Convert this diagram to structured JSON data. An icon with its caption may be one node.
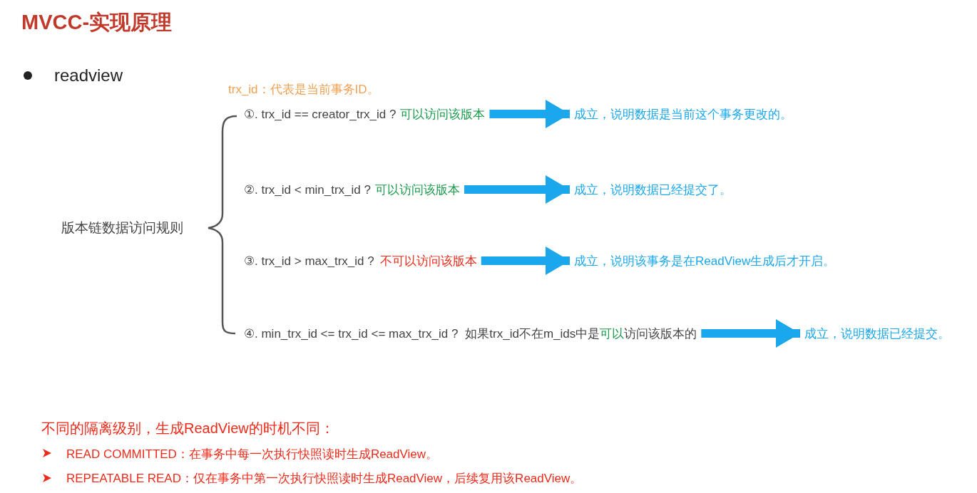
{
  "diagram": {
    "title": "MVCC-实现原理",
    "nodes": [
      {
        "text": [
          "版本链数据访问规则"
        ]
      },
      {
        "text": [
          "①. trx_id  == creator_trx_id ?",
          "可以访问该版本"
        ]
      },
      {
        "text": [
          "成立，说明数据是当前这个事务更改的。"
        ]
      },
      {
        "text": [
          "②. trx_id < min_trx_id ?",
          "可以访问该版本"
        ]
      },
      {
        "text": [
          "成立，说明数据已经提交了。"
        ]
      },
      {
        "text": [
          "③. trx_id > max_trx_id ?",
          "不可以访问该版本"
        ]
      },
      {
        "text": [
          "成立，说明该事务是在ReadView生成后才开启。"
        ]
      },
      {
        "text": [
          "④. min_trx_id <= trx_id <= max_trx_id ?",
          "如果trx_id不在m_ids中是",
          "可以",
          "访问该版本的"
        ]
      },
      {
        "text": [
          "成立，说明数据已经提交。"
        ]
      }
    ],
    "edges": [
      {
        "from": 1,
        "to": 2,
        "arrow": "to"
      },
      {
        "from": 3,
        "to": 4,
        "arrow": "to"
      },
      {
        "from": 5,
        "to": 6,
        "arrow": "to"
      },
      {
        "from": 7,
        "to": 8,
        "arrow": "to"
      }
    ],
    "labels": [
      "readview",
      "trx_id：代表是当前事务ID。",
      "不同的隔离级别，生成ReadView的时机不同：",
      "READ COMMITTED：在事务中每一次执行快照读时生成ReadView。",
      "REPEATABLE READ：仅在事务中第一次执行快照读时生成ReadView，后续复用该ReadView。"
    ]
  }
}
